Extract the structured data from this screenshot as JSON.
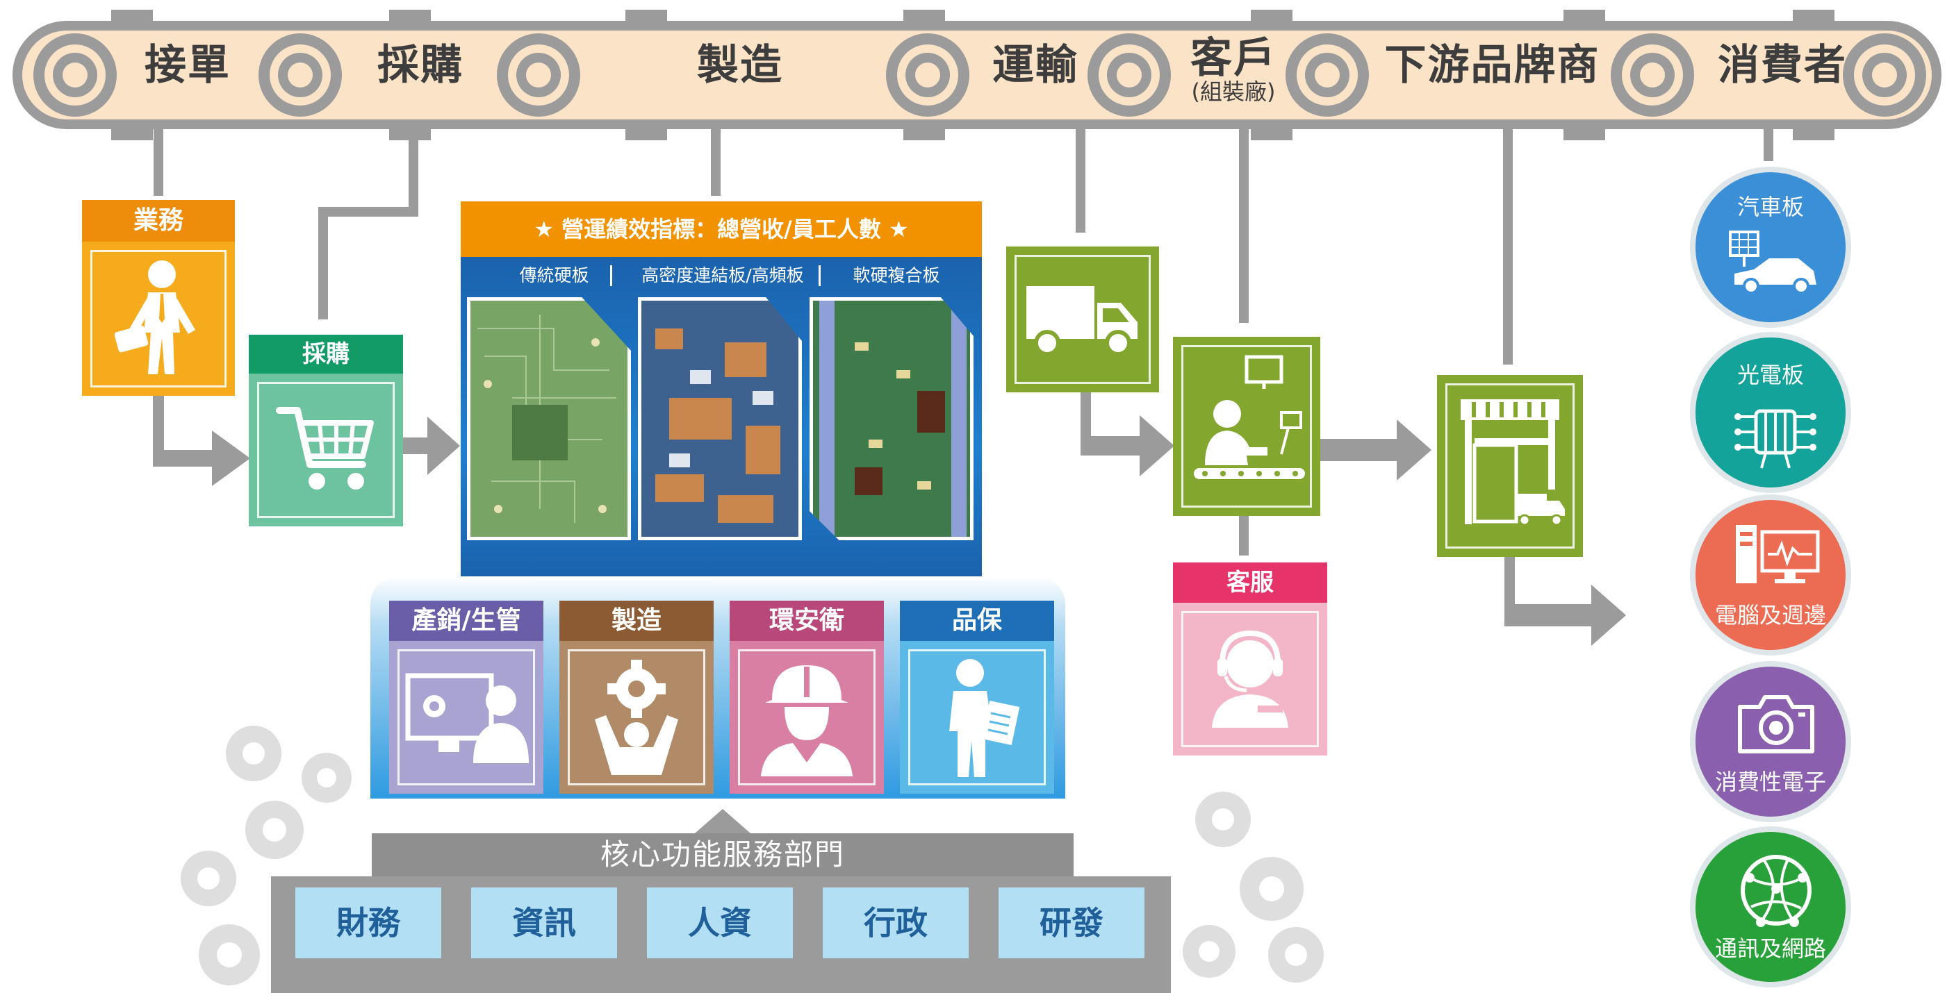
{
  "chain": {
    "stages": [
      "接單",
      "採購",
      "製造",
      "運輸",
      "客戶",
      "下游品牌商",
      "消費者"
    ],
    "customer_sub": "(組裝廠)"
  },
  "cards": {
    "sales": "業務",
    "purchasing": "採購",
    "customer_service": "客服"
  },
  "manufacturing": {
    "kpi_title": "★ 營運績效指標：總營收/員工人數 ★",
    "board_types": [
      "傳統硬板",
      "高密度連結板/高頻板",
      "軟硬複合板"
    ]
  },
  "functions": [
    "產銷/生管",
    "製造",
    "環安衛",
    "品保"
  ],
  "core": {
    "title": "核心功能服務部門",
    "departments": [
      "財務",
      "資訊",
      "人資",
      "行政",
      "研發"
    ]
  },
  "applications": [
    "汽車板",
    "光電板",
    "電腦及週邊",
    "消費性電子",
    "通訊及網路"
  ],
  "colors": {
    "conveyor_fill": "#fbe3c7",
    "conveyor_border": "#9b9b9b",
    "sales": "#f6ab1d",
    "sales_head": "#ee8d0c",
    "purchasing": "#6dc29f",
    "purchasing_head": "#139b67",
    "kpi_head": "#f39200",
    "mfg_blue": "#1b62ad",
    "logistics_green": "#82a62e",
    "customer_service": "#f3b6c8",
    "customer_service_head": "#e6346b",
    "auto": "#3a8fd6",
    "opto": "#14a39a",
    "computer": "#eb6b53",
    "consumer": "#8a5fad",
    "network": "#29a13a"
  }
}
